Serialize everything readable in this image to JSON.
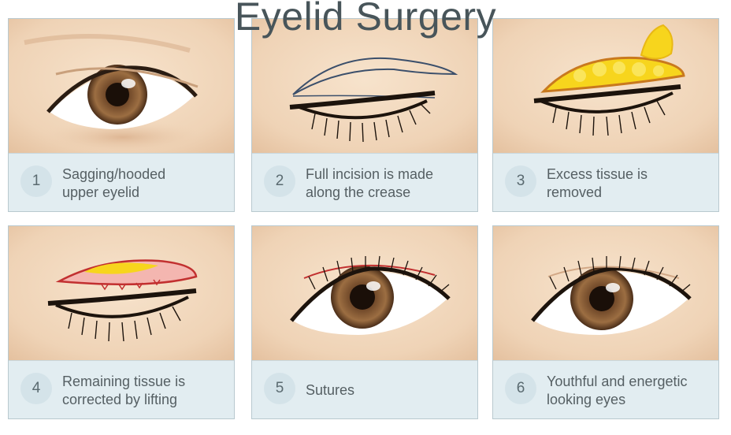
{
  "title": "Eyelid Surgery",
  "steps": [
    {
      "number": "1",
      "line1": "Sagging/hooded",
      "line2": "upper eyelid"
    },
    {
      "number": "2",
      "line1": "Full incision is made",
      "line2": "along the crease"
    },
    {
      "number": "3",
      "line1": "Excess tissue is",
      "line2": "removed"
    },
    {
      "number": "4",
      "line1": "Remaining tissue is",
      "line2": "corrected by lifting"
    },
    {
      "number": "5",
      "line1": "Sutures",
      "line2": ""
    },
    {
      "number": "6",
      "line1": "Youthful and energetic",
      "line2": "looking eyes"
    }
  ],
  "colors": {
    "skin": "#f2d9bf",
    "caption_bg": "#e2edf1",
    "fat": "#f7d51d",
    "incision": "#c23030",
    "iris": "#7a5232"
  }
}
